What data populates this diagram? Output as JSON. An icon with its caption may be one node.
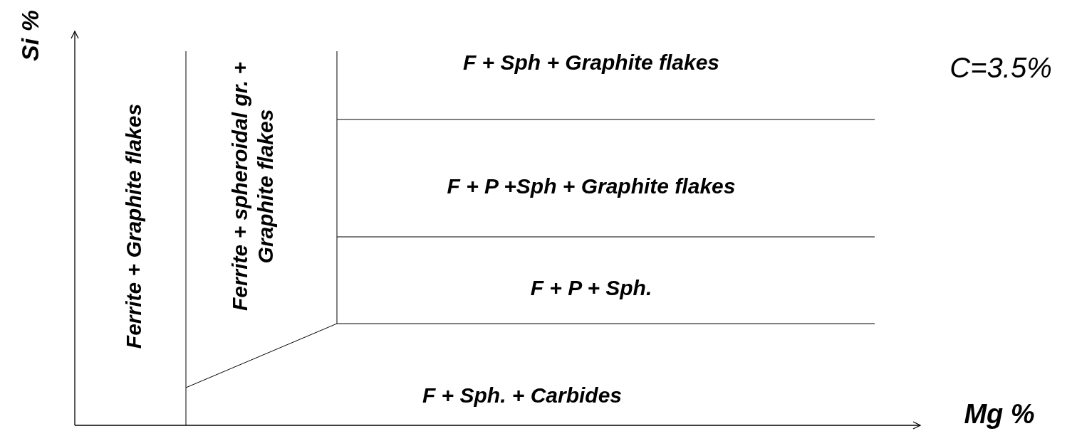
{
  "diagram": {
    "labels": [
      "Si %",
      "Ferrite + Graphite flakes",
      "Ferrite + spheroidal gr. + Graphite flakes",
      "F + Sph + Graphite flakes",
      "C=3.5%",
      "F + P +Sph + Graphite flakes",
      "F + P + Sph.",
      "F + Sph. + Carbides",
      "Mg %"
    ]
  }
}
